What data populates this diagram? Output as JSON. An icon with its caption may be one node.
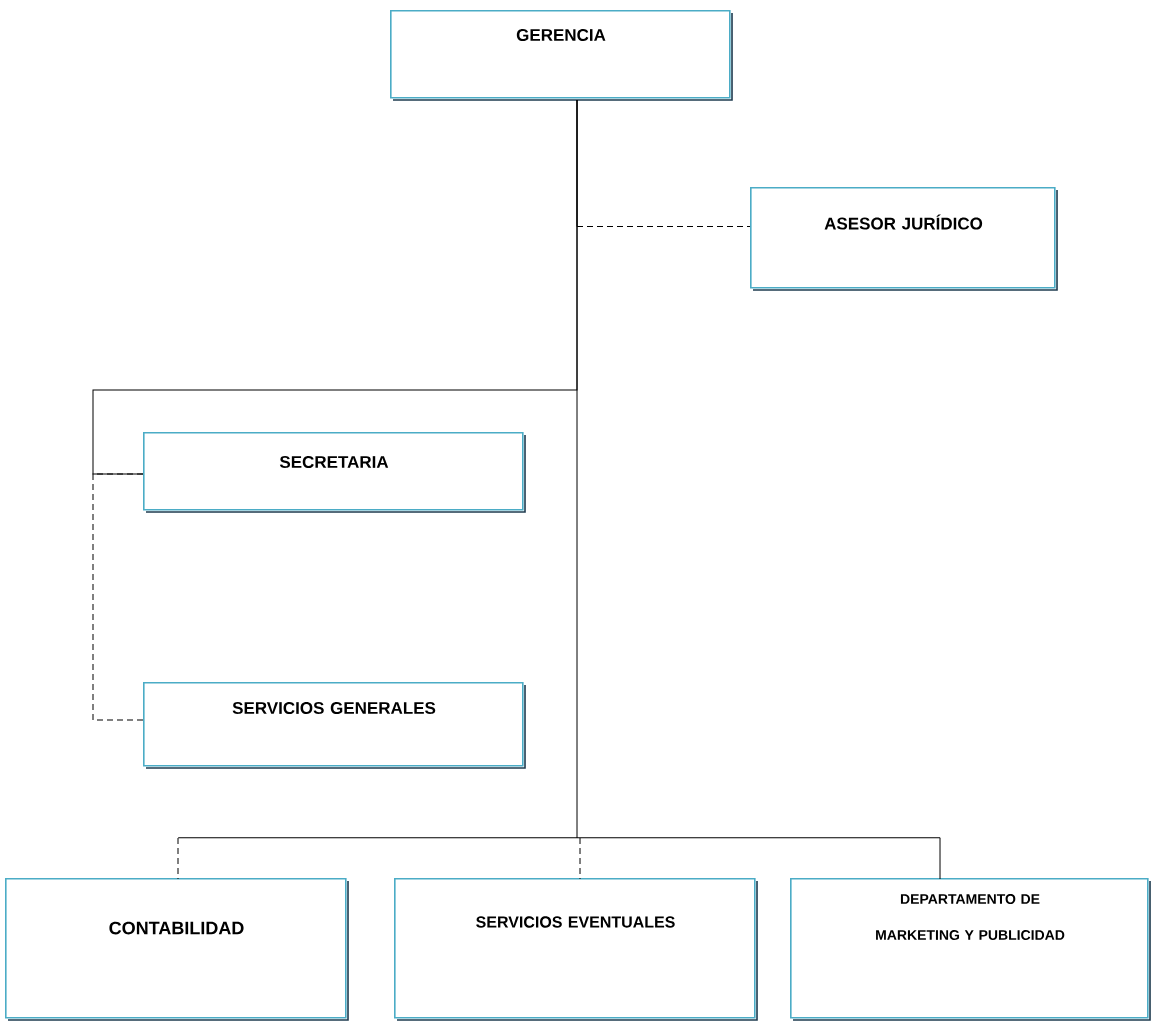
{
  "diagram": {
    "nodes": [
      {
        "text": [
          "GERENCIA"
        ]
      },
      {
        "text": [
          "ASESOR JURÍDICO"
        ]
      },
      {
        "text": [
          "SECRETARIA"
        ]
      },
      {
        "text": [
          "SERVICIOS GENERALES"
        ]
      },
      {
        "text": [
          "CONTABILIDAD"
        ]
      },
      {
        "text": [
          "SERVICIOS EVENTUALES"
        ]
      },
      {
        "text": [
          "DEPARTAMENTO DE MARKETING Y PUBLICIDAD"
        ]
      },
      {
        "text": [],
        "shape": "bar"
      }
    ],
    "edges": [
      {
        "from": 0,
        "to": 1,
        "arrow": "none",
        "style": "dashed"
      },
      {
        "from": 0,
        "to": 2,
        "arrow": "none"
      },
      {
        "from": 2,
        "to": 3,
        "arrow": "none",
        "style": "dashed"
      },
      {
        "from": 7,
        "to": 4,
        "arrow": "none",
        "style": "dashed"
      },
      {
        "from": 7,
        "to": 5,
        "arrow": "none",
        "style": "dashed"
      },
      {
        "from": 7,
        "to": 6,
        "arrow": "none"
      },
      {
        "from": 0,
        "to": 7,
        "arrow": "none"
      }
    ]
  }
}
